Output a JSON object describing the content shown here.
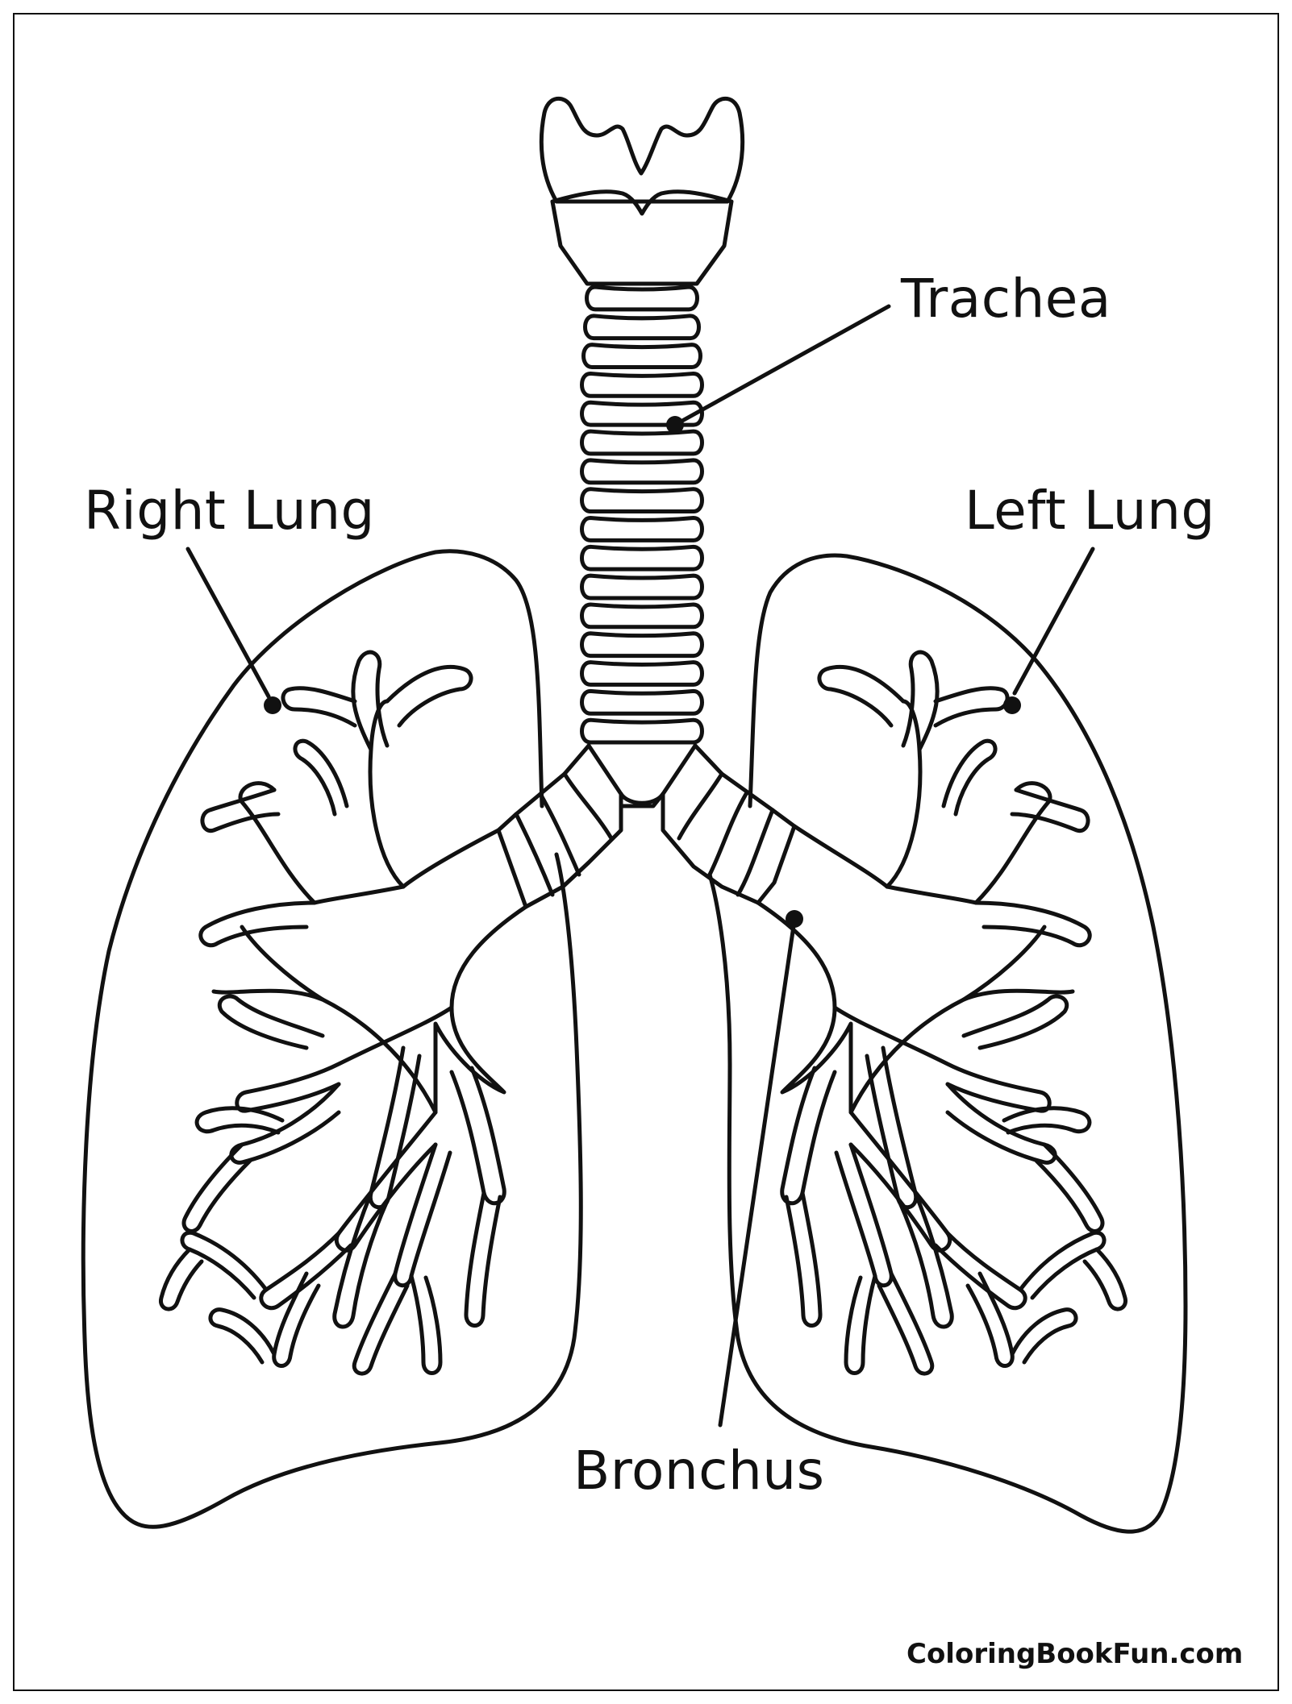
{
  "labels": {
    "trachea": "Trachea",
    "right_lung": "Right Lung",
    "left_lung": "Left Lung",
    "bronchus": "Bronchus"
  },
  "watermark": "ColoringBookFun.com",
  "colors": {
    "line": "#111111",
    "background": "#ffffff"
  }
}
